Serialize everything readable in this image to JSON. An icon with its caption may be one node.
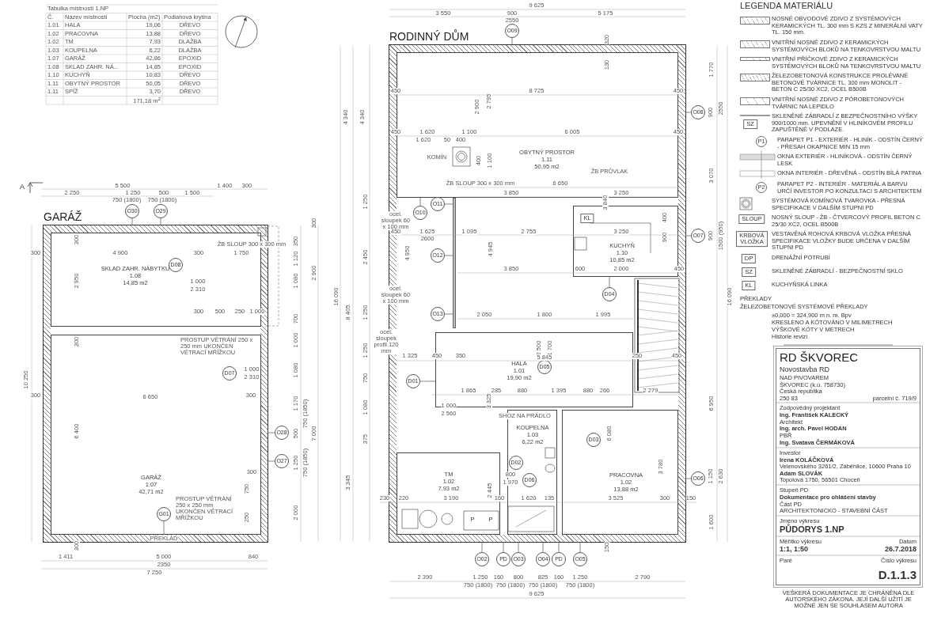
{
  "diagram": {
    "nodes": [
      {
        "text": [
          "GARÁŽ"
        ]
      },
      {
        "text": [
          "SKLAD ZAHR. NÁBYTKU",
          "1.08",
          "14,85 m2"
        ],
        "in": 0
      },
      {
        "text": [
          "GARÁŽ",
          "1.07",
          "42,71 m2"
        ],
        "in": 0
      },
      {
        "text": [
          "O30"
        ]
      },
      {
        "text": [
          "O29"
        ]
      },
      {
        "text": [
          "D08"
        ],
        "in": 1
      },
      {
        "text": [
          "D07"
        ],
        "in": 2
      },
      {
        "text": [
          "O28"
        ]
      },
      {
        "text": [
          "O27"
        ]
      },
      {
        "text": [
          "G01"
        ],
        "in": 2
      },
      {
        "text": [
          "RODINNÝ DŮM"
        ]
      },
      {
        "text": [
          "OBYTNÝ PROSTOR",
          "1.11",
          "50,95 m2"
        ],
        "in": 10
      },
      {
        "text": [
          "KUCHYŇ",
          "1.10",
          "10,85 m2"
        ],
        "in": 10
      },
      {
        "text": [
          "HALA",
          "1.01",
          "19,90 m2"
        ],
        "in": 10
      },
      {
        "text": [
          "TM",
          "1.02",
          "7,93 m2"
        ],
        "in": 10
      },
      {
        "text": [
          "KOUPELNA",
          "1.03",
          "6,22 m2"
        ],
        "in": 10
      },
      {
        "text": [
          "PRACOVNA",
          "1.02",
          "13,88 m2"
        ],
        "in": 10
      },
      {
        "text": [
          "O09"
        ]
      },
      {
        "text": [
          "O08"
        ]
      },
      {
        "text": [
          "O10"
        ],
        "in": 10
      },
      {
        "text": [
          "O11"
        ],
        "in": 10
      },
      {
        "text": [
          "O07"
        ]
      },
      {
        "text": [
          "O12"
        ],
        "in": 10
      },
      {
        "text": [
          "D04"
        ],
        "in": 10
      },
      {
        "text": [
          "O13"
        ],
        "in": 10
      },
      {
        "text": [
          "D01"
        ],
        "in": 10
      },
      {
        "text": [
          "D05"
        ],
        "in": 13
      },
      {
        "text": [
          "D02"
        ],
        "in": 15
      },
      {
        "text": [
          "D03"
        ],
        "in": 16
      },
      {
        "text": [
          "D06"
        ],
        "in": 15
      },
      {
        "text": [
          "O06"
        ]
      },
      {
        "text": [
          "O02"
        ]
      },
      {
        "text": [
          "PD"
        ]
      },
      {
        "text": [
          "O03"
        ]
      },
      {
        "text": [
          "O04"
        ]
      },
      {
        "text": [
          "PD"
        ]
      },
      {
        "text": [
          "O05"
        ]
      },
      {
        "text": [],
        "shape": "bar",
        "in": 10
      }
    ],
    "edges": [
      {
        "from": 3,
        "to": 0,
        "arrow": "none"
      },
      {
        "from": 4,
        "to": 0,
        "arrow": "none"
      },
      {
        "from": 7,
        "to": 0,
        "arrow": "none"
      },
      {
        "from": 8,
        "to": 0,
        "arrow": "none"
      },
      {
        "from": 9,
        "to": 2,
        "arrow": "none"
      },
      {
        "from": 17,
        "to": 10,
        "arrow": "none"
      },
      {
        "from": 18,
        "to": 10,
        "arrow": "none"
      },
      {
        "from": 19,
        "to": 11,
        "arrow": "none"
      },
      {
        "from": 20,
        "to": 37,
        "arrow": "none"
      },
      {
        "from": 21,
        "to": 10,
        "arrow": "none"
      },
      {
        "from": 22,
        "to": 37,
        "arrow": "none"
      },
      {
        "from": 23,
        "to": 12,
        "arrow": "none"
      },
      {
        "from": 24,
        "to": 37,
        "arrow": "none"
      },
      {
        "from": 25,
        "to": 13,
        "arrow": "none"
      },
      {
        "from": 30,
        "to": 10,
        "arrow": "none"
      },
      {
        "from": 31,
        "to": 10,
        "arrow": "none"
      },
      {
        "from": 32,
        "to": 10,
        "arrow": "none"
      },
      {
        "from": 33,
        "to": 10,
        "arrow": "none"
      },
      {
        "from": 34,
        "to": 10,
        "arrow": "none"
      },
      {
        "from": 35,
        "to": 10,
        "arrow": "none"
      },
      {
        "from": 36,
        "to": 10,
        "arrow": "none"
      }
    ],
    "labels": [
      "Tabulka místností 1.NP",
      "Č.",
      "Název místnosti",
      "Plocha (m2)",
      "Podlahová krytina",
      "1.01",
      "HALA",
      "19,06",
      "DŘEVO",
      "1.02",
      "PRACOVNA",
      "13,88",
      "DŘEVO",
      "1.02",
      "TM",
      "7,93",
      "DLAŽBA",
      "1.03",
      "KOUPELNA",
      "6,22",
      "DLAŽBA",
      "1.07",
      "GARÁŽ",
      "42,86",
      "EPOXID",
      "1.08",
      "SKLAD ZAHR. NÁ...",
      "14,85",
      "EPOXID",
      "1.10",
      "KUCHYŇ",
      "10,83",
      "DŘEVO",
      "1.11",
      "OBYTNÝ PROSTOR",
      "50,05",
      "DŘEVO",
      "1.11",
      "SPÍŽ",
      "3,70",
      "DŘEVO",
      "171,18 m$^{2}$",
      "A",
      "5 500",
      "1 400",
      "300",
      "2 250",
      "1 250",
      "500",
      "1 500",
      "750 (1800)",
      "750 (1800)",
      "300",
      "300",
      "350",
      "ŽB SLOUP 300 x 300 mm",
      "300",
      "4 900",
      "300",
      "1 750",
      "1 120",
      "2 900",
      "2 950",
      "1 080",
      "1 000",
      "2 310",
      "300",
      "500",
      "250",
      "1 000",
      "700",
      "PROSTUP VĚTRÁNÍ 250 x 250 mm UKONČEN VĚTRACÍ MŘÍŽKOU",
      "1 000",
      "300",
      "1 080",
      "1 000",
      "2 310",
      "10 250",
      "300",
      "6 650",
      "300",
      "1 170",
      "750 (1850)",
      "6 400",
      "500",
      "7 000",
      "1 250",
      "750 (1850)",
      "300",
      "PROSTUP VĚTRÁNÍ 250 x 250 mm UKONČEN VĚTRACÍ MŘÍŽKOU",
      "750",
      "2 000",
      "250",
      "PŘEKLAD",
      "300",
      "1 411",
      "5 000",
      "840",
      "2350",
      "7 250",
      "9 625",
      "3 550",
      "900",
      "5 175",
      "2550",
      "320",
      "130",
      "1 770",
      "450",
      "8 725",
      "450",
      "2 900",
      "2 795",
      "900",
      "2550",
      "4 340",
      "4 340",
      "450",
      "1 620",
      "1 100",
      "6 005",
      "450",
      "1 620",
      "50",
      "400",
      "KOMÍN",
      "400",
      "1 100",
      "ŽB PRŮVLAK",
      "3 070",
      "ŽB SLOUP 300 x 300 mm",
      "6 650",
      "3 850",
      "3 250",
      "1 250",
      "3 840",
      "KL",
      "ocel. sloupek 60 x 100 mm",
      "400",
      "450",
      "1 625",
      "2600",
      "1 095",
      "2 755",
      "3 250",
      "900",
      "900",
      "1500 (950)",
      "4 950",
      "4 945",
      "2 450",
      "3 850",
      "600",
      "2 000",
      "450",
      "16 090",
      "ocel. sloupek 60 x 100 mm",
      "16 090",
      "8 405",
      "1 250",
      "2 050",
      "1 800",
      "1 995",
      "ocel. sloupek profil 120 mm",
      "1 250",
      "2 500",
      "1 700",
      "1 325",
      "450",
      "350",
      "5 845",
      "250",
      "450",
      "750",
      "1 865",
      "285",
      "880",
      "1 395",
      "880",
      "266",
      "2 279",
      "1 080",
      "3 325",
      "6 950",
      "1 000",
      "2 560",
      "SHOZ NA PRÁDLO",
      "6 080",
      "375",
      "3 345",
      "800",
      "1 970",
      "3 780",
      "1 150",
      "2 630",
      "2 445",
      "230",
      "220",
      "3 190",
      "160",
      "1 620",
      "135",
      "3 525",
      "300",
      "150",
      "P",
      "P",
      "1 600",
      "150",
      "2 390",
      "1 250",
      "160",
      "800",
      "825",
      "160",
      "1 250",
      "2 790",
      "750 (1800)",
      "750 (1800)",
      "750 (1800)",
      "750 (1800)",
      "9 625",
      "LEGENDA MATERIÁLU",
      "SZ",
      "P1",
      "P2",
      "SLOUP",
      "KRBOVÁ VLOŽKA",
      "DP",
      "SZ",
      "KL",
      "PŘEKLADY",
      "ŽELEZOBETONOVÉ SYSTÉMOVÉ PŘEKLADY",
      "±0,000 = 324,900 m n. m. Bpv",
      "KRESLENO A KÓTOVÁNO V MILIMETRECH",
      "VÝŠKOVÉ KÓTY V METRECH",
      "Historie revizí",
      "RD ŠKVOREC",
      "Novostavba RD",
      "NAD PIVOVAREM",
      "ŠKVOREC (k.ú. 758730)",
      "Česká republika",
      "250 83",
      "parcelní č. 719/9",
      "Zodpovědný projektant",
      "Ing. František KALECKÝ",
      "Architekt",
      "Ing. arch. Pavel HODAN",
      "PBŘ",
      "Ing. Svatava ČERMÁKOVÁ",
      "Investor",
      "Irena KOLÁČKOVÁ",
      "Velenovského 3261/2, Záběhlice, 10600 Praha 10",
      "Adam SLOVÁK",
      "Topolová 1750, 56501 Choceň",
      "Stupeň PD",
      "Dokumentace pro ohlášení stavby",
      "Část PD",
      "ARCHITEKTONICKO - STAVEBNÍ ČÁST",
      "Jméno výkresu",
      "PŮDORYS 1.NP",
      "Měřítko výkresu",
      "Datum",
      "1:1, 1:50",
      "26.7.2018",
      "Paré",
      "Číslo výkresu",
      "D.1.1.3",
      "VEŠKERÁ DOKUMENTACE JE CHRÁNĚNA DLE AUTORSKÉHO ZÁKONA. JEJÍ DALŠÍ UŽITÍ JE MOŽNÉ JEN SE SOUHLASEM AUTORA"
    ],
    "legend": [
      {
        "text": "NOSNÉ OBVODOVÉ ZDIVO Z SYSTÉMOVÝCH KERAMICKÝCH TL. 300 mm S KZS Z MINERÁLNÍ VATY TL. 150 mm."
      },
      {
        "text": "VNITŘNÍ NOSNÉ ZDIVO Z KERAMICKÝCH SYSTÉMOVÝCH BLOKŮ NA TENKOVRSTVOU MALTU"
      },
      {
        "text": "VNITŘNÍ PŘÍČKOVÉ ZDIVO Z KERAMICKÝCH SYSTÉMOVÝCH BLOKŮ NA TENKOVRSTVOU MALTU"
      },
      {
        "text": "ŽELEZOBETONOVÁ KONSTRUKCE PROLÉVANÉ BETONOVÉ TVÁRNICE TL. 300 mm MONOLIT - BETON C 25/30 XC2, OCEL B500B"
      },
      {
        "text": "VNITŘNÍ NOSNÉ ZDIVO Z PÓROBETONOVÝCH TVÁRNIC NA LEPIDLO"
      },
      {
        "text": "SKLENĚNÉ ZÁBRADLÍ Z BEZPEČNOSTNÍHO VÝŠKY 900/1000 mm. UPEVNĚNÍ V HLINÍKOVÉM PROFILU ZAPUŠTĚNÉ V PODLAZE."
      },
      {
        "text": "PARAPET P1 - EXTERIÉR - HLINÍK - ODSTÍN ČERNÝ - PŘESAH OKAPNICE MIN 15 mm"
      },
      {
        "text": "OKNA EXTERIÉR - HLINÍKOVÁ - ODSTÍN ČERNÝ LESK"
      },
      {
        "text": "OKNA INTERIÉR - DŘEVĚNÁ - ODSTÍN BÍLÁ PATINA"
      },
      {
        "text": "PARAPET P2 - INTERIÉR - MATERIÁL A BARVU URČÍ INVESTOR PO KONZULTACI S ARCHITEKTEM"
      },
      {
        "text": "SYSTÉMOVÁ KOMÍNOVÁ TVAROVKA - PŘESNÁ SPECIFIKACE V DALŠÍM STUPNI PD"
      },
      {
        "text": "NOSNÝ SLOUP - ŽB - ČTVERCOVÝ PROFIL BETON C 25/30 XC2, OCEL B500B"
      },
      {
        "text": "VESTAVĚNÁ ROHOVÁ KRBOVÁ VLOŽKA PŘESNÁ SPECIFIKACE VLOŽKY BUDE URČENA V DALŠÍM STUPNI PD"
      },
      {
        "text": "DRENÁŽNÍ POTRUBÍ"
      },
      {
        "text": "SKLENĚNÉ ZÁBRADLÍ - BEZPEČNOSTNÍ SKLO"
      },
      {
        "text": "KUCHYŇSKÁ LINKA"
      }
    ]
  }
}
